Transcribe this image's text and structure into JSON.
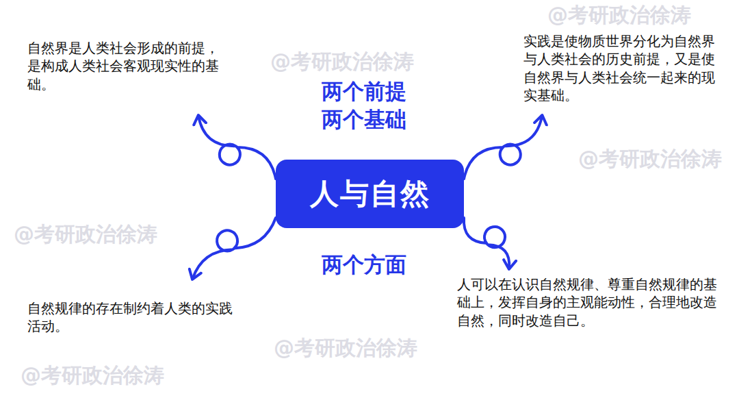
{
  "diagram": {
    "nodes": [
      {
        "text": [
          "人与自然"
        ]
      },
      {
        "text": [
          "自然界是人类社会形成的前提，是构成人类社会客观现实性的基础。"
        ]
      },
      {
        "text": [
          "实践是使物质世界分化为自然界与人类社会的历史前提，又是使自然界与人类社会统一起来的现实基础。"
        ]
      },
      {
        "text": [
          "自然规律的存在制约着人类的实践活动。"
        ]
      },
      {
        "text": [
          "人可以在认识自然规律、尊重自然规律的基础上，发挥自身的主观能动性，合理地改造自然，同时改造自己。"
        ]
      }
    ],
    "edges": [
      {
        "from": 0,
        "to": 1,
        "arrow": "to"
      },
      {
        "from": 0,
        "to": 2,
        "arrow": "to"
      },
      {
        "from": 0,
        "to": 3,
        "arrow": "to"
      },
      {
        "from": 0,
        "to": 4,
        "arrow": "to"
      }
    ],
    "labels": [
      "两个前提 两个基础",
      "两个方面",
      "@考研政治徐涛",
      "@考研政治徐涛",
      "@考研政治徐涛",
      "@考研政治徐涛",
      "@考研政治徐涛",
      "@考研政治徐涛"
    ]
  }
}
